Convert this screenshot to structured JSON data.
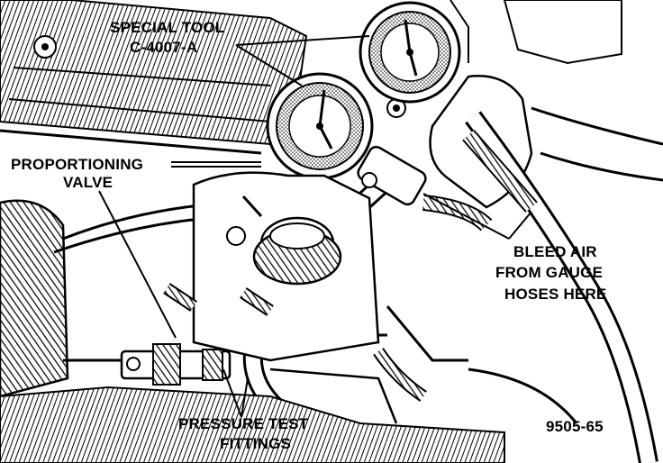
{
  "labels": {
    "special_tool_line1": "SPECIAL TOOL",
    "special_tool_line2": "C-4007-A",
    "proportioning_line1": "PROPORTIONING",
    "proportioning_line2": "VALVE",
    "bleed_line1": "BLEED AIR",
    "bleed_line2": "FROM GAUGE",
    "bleed_line3": "HOSES HERE",
    "pressure_line1": "PRESSURE TEST",
    "pressure_line2": "FITTINGS",
    "figure_code": "9505-65"
  },
  "colors": {
    "ink": "#000000",
    "paper": "#ffffff",
    "shade": "#9a9a9a"
  }
}
